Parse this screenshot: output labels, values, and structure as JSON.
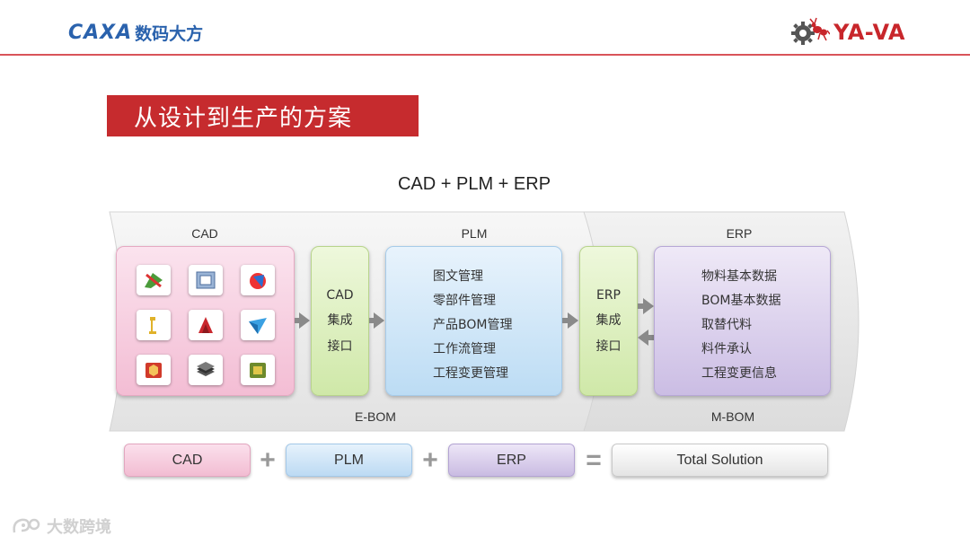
{
  "header": {
    "brand_left": "CAXA",
    "brand_left_cn": "数码大方",
    "brand_right": "YA-VA"
  },
  "title": "从设计到生产的方案",
  "diagram": {
    "heading": "CAD + PLM + ERP",
    "stages": {
      "cad": "CAD",
      "plm": "PLM",
      "erp": "ERP"
    },
    "bom_labels": {
      "ebom": "E-BOM",
      "mbom": "M-BOM"
    },
    "cad_integration": [
      "CAD",
      "集成",
      "接口"
    ],
    "erp_integration": [
      "ERP",
      "集成",
      "接口"
    ],
    "plm_items": [
      "图文管理",
      "零部件管理",
      "产品BOM管理",
      "工作流管理",
      "工程变更管理"
    ],
    "erp_items": [
      "物料基本数据",
      "BOM基本数据",
      "取替代料",
      "料件承认",
      "工程变更信息"
    ],
    "cad_icons": [
      "cad-app-1-icon",
      "cad-app-2-icon",
      "cad-app-3-icon",
      "cad-app-4-icon",
      "cad-app-5-icon",
      "cad-app-6-icon",
      "cad-app-7-icon",
      "cad-app-8-icon",
      "cad-app-9-icon"
    ]
  },
  "equation": {
    "cad": "CAD",
    "plus1": "+",
    "plm": "PLM",
    "plus2": "+",
    "erp": "ERP",
    "equals": "=",
    "total": "Total Solution"
  },
  "watermark": "大数跨境",
  "colors": {
    "brand_blue": "#2a62ad",
    "brand_red": "#c8262b",
    "banner_red": "#c62b2e",
    "cad_pink": "#f3bdd4",
    "interface_green": "#cfe8a8",
    "plm_blue": "#bcdcf4",
    "erp_purple": "#cbbde4"
  }
}
